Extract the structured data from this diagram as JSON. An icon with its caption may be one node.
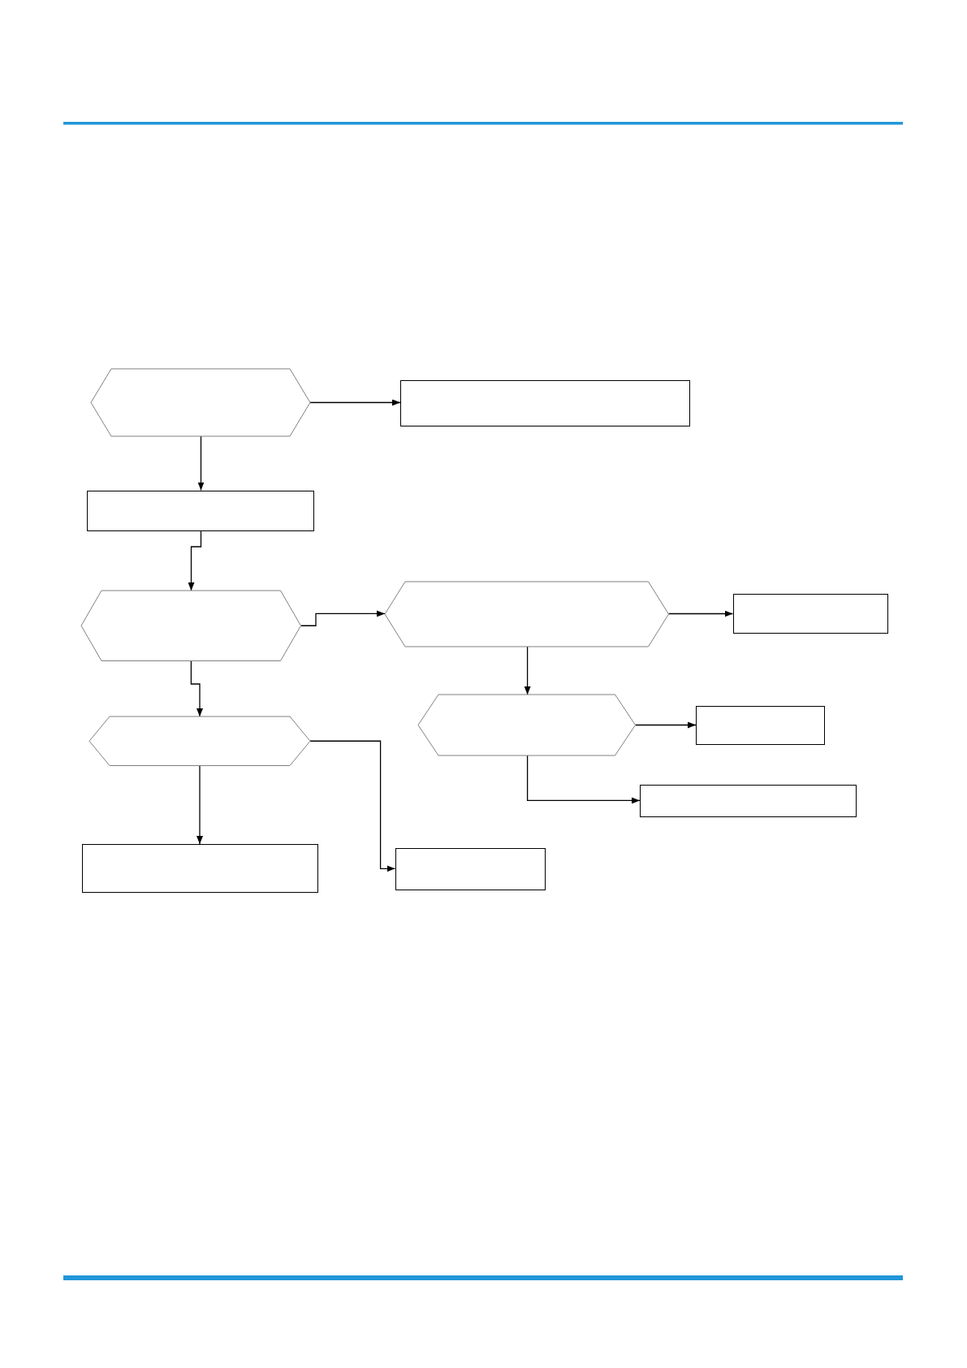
{
  "diagram": {
    "nodes": [
      {
        "text": [],
        "shape": "hexagon"
      },
      {
        "text": [],
        "shape": "box"
      },
      {
        "text": [],
        "shape": "box"
      },
      {
        "text": [],
        "shape": "hexagon"
      },
      {
        "text": [],
        "shape": "hexagon"
      },
      {
        "text": [],
        "shape": "box"
      },
      {
        "text": [],
        "shape": "hexagon"
      },
      {
        "text": [],
        "shape": "hexagon"
      },
      {
        "text": [],
        "shape": "box"
      },
      {
        "text": [],
        "shape": "box"
      },
      {
        "text": [],
        "shape": "box"
      },
      {
        "text": [],
        "shape": "box"
      }
    ],
    "edges": [
      {
        "from": 0,
        "to": 1,
        "arrow": "to"
      },
      {
        "from": 0,
        "to": 2,
        "arrow": "to"
      },
      {
        "from": 2,
        "to": 3,
        "arrow": "to"
      },
      {
        "from": 3,
        "to": 4,
        "arrow": "to"
      },
      {
        "from": 4,
        "to": 5,
        "arrow": "to"
      },
      {
        "from": 4,
        "to": 7,
        "arrow": "to"
      },
      {
        "from": 7,
        "to": 8,
        "arrow": "to"
      },
      {
        "from": 7,
        "to": 9,
        "arrow": "to"
      },
      {
        "from": 3,
        "to": 6,
        "arrow": "to"
      },
      {
        "from": 6,
        "to": 10,
        "arrow": "to"
      },
      {
        "from": 6,
        "to": 11,
        "arrow": "to"
      }
    ]
  }
}
